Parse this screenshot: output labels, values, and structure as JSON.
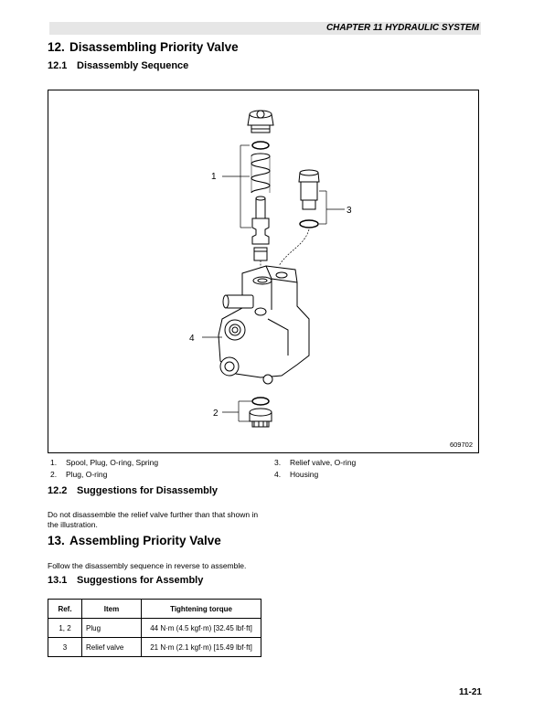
{
  "header": {
    "chapter": "CHAPTER 11 HYDRAULIC SYSTEM"
  },
  "section12": {
    "number": "12.",
    "title": "Disassembling Priority Valve",
    "sub1": {
      "number": "12.1",
      "title": "Disassembly Sequence"
    },
    "figure": {
      "callouts": [
        "1",
        "2",
        "3",
        "4"
      ],
      "figure_id": "609702"
    },
    "legend": [
      {
        "n": "1.",
        "text": "Spool, Plug, O-ring, Spring"
      },
      {
        "n": "2.",
        "text": "Plug, O-ring"
      },
      {
        "n": "3.",
        "text": "Relief valve, O-ring"
      },
      {
        "n": "4.",
        "text": "Housing"
      }
    ],
    "sub2": {
      "number": "12.2",
      "title": "Suggestions for Disassembly",
      "text": "Do not disassemble the relief valve further than that shown in the illustration."
    }
  },
  "section13": {
    "number": "13.",
    "title": "Assembling Priority Valve",
    "text": "Follow the disassembly sequence in reverse to assemble.",
    "sub1": {
      "number": "13.1",
      "title": "Suggestions for Assembly"
    },
    "table": {
      "headers": [
        "Ref.",
        "Item",
        "Tightening torque"
      ],
      "rows": [
        [
          "1, 2",
          "Plug",
          "44 N·m (4.5 kgf·m) [32.45 lbf·ft]"
        ],
        [
          "3",
          "Relief valve",
          "21 N·m (2.1 kgf·m) [15.49 lbf·ft]"
        ]
      ]
    }
  },
  "footer": {
    "page": "11-21"
  }
}
